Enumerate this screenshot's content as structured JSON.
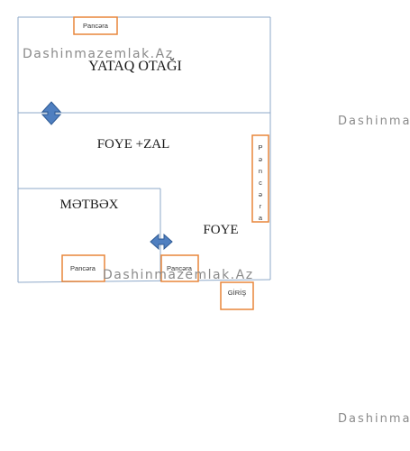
{
  "title": "",
  "rooms": {
    "bedroom": "YATAQ OTAĞI",
    "hall": "FOYE +ZAL",
    "kitchen": "MƏTBƏX",
    "foyer": "FOYE"
  },
  "windows": {
    "top": "Pancəra",
    "right_letters": [
      "P",
      "ə",
      "n",
      "c",
      "ə",
      "r",
      "a"
    ],
    "bottom_left": "Pancəra",
    "bottom_middle": "Pancəra"
  },
  "entrance": "GİRİŞ",
  "watermarks": {
    "top_left": "Dashinmazemlak.Az",
    "bottom_center": "Dashinmazemlak.Az",
    "right_top": "Dashinma",
    "right_bottom": "Dashinma"
  },
  "colors": {
    "wall": "#8ea9c9",
    "window_border": "#e8863a",
    "arrow_fill": "#4f7fc0",
    "arrow_stroke": "#2e5a94",
    "watermark": "#8a8a8a"
  }
}
